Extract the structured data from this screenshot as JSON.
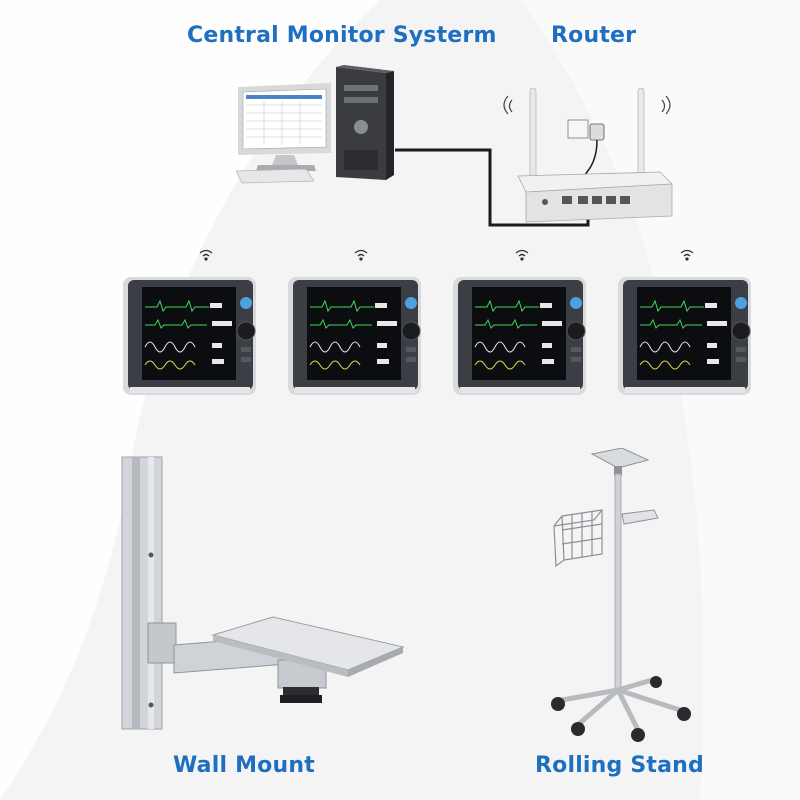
{
  "labels": {
    "central_monitor": "Central Monitor Systerm",
    "router": "Router",
    "wall_mount": "Wall Mount",
    "rolling_stand": "Rolling Stand"
  },
  "colors": {
    "label_blue": "#1f6fc1",
    "background": "#f3f3f3",
    "monitor_body": "#3b3e44",
    "screen": "#0b0d10",
    "cable": "#1a1a1a",
    "metal": "#c9ccd0"
  },
  "monitors": [
    {
      "id": "monitor-1"
    },
    {
      "id": "monitor-2"
    },
    {
      "id": "monitor-3"
    },
    {
      "id": "monitor-4"
    }
  ]
}
